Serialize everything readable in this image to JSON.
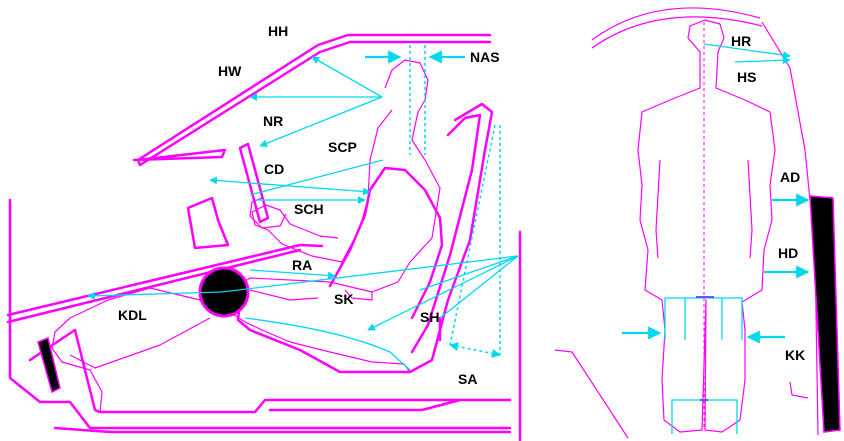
{
  "labels": {
    "hh": "HH",
    "hw": "HW",
    "nas": "NAS",
    "nr": "NR",
    "scp": "SCP",
    "cd": "CD",
    "sch": "SCH",
    "ra": "RA",
    "sk": "SK",
    "kdl": "KDL",
    "sh": "SH",
    "sa": "SA",
    "hr": "HR",
    "hs": "HS",
    "ad": "AD",
    "hd": "HD",
    "kk": "KK"
  },
  "colors": {
    "structure": "#ff00ff",
    "measure": "#00d8ee",
    "text": "#000000"
  }
}
